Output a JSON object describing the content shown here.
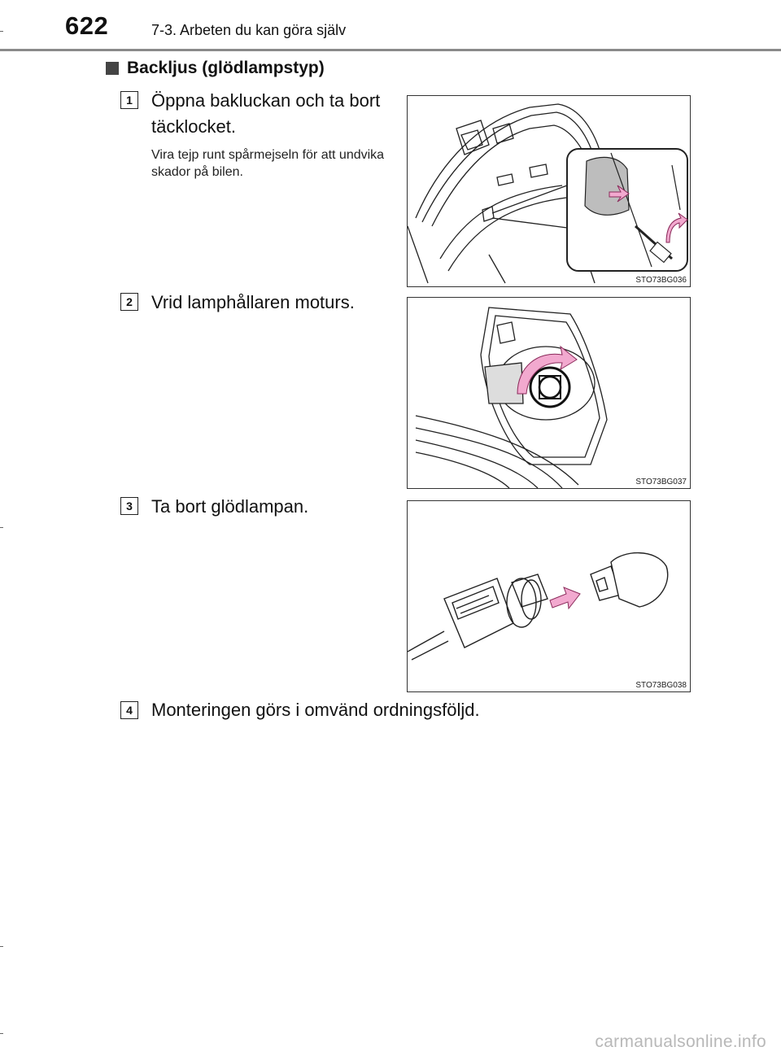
{
  "header": {
    "page_number": "622",
    "section_title": "7-3. Arbeten du kan göra själv"
  },
  "heading": {
    "title": "Backljus (glödlampstyp)",
    "bullet_icon": "square-bullet-icon"
  },
  "steps": [
    {
      "number": "1",
      "text": "Öppna bakluckan och ta bort täcklocket.",
      "note": "Vira tejp runt spårmejseln för att undvika skador på bilen.",
      "figure_code": "STO73BG036"
    },
    {
      "number": "2",
      "text": "Vrid lamphållaren moturs.",
      "figure_code": "STO73BG037"
    },
    {
      "number": "3",
      "text": "Ta bort glödlampan.",
      "figure_code": "STO73BG038"
    },
    {
      "number": "4",
      "text": "Monteringen görs i omvänd ordningsföljd."
    }
  ],
  "watermark": "carmanualsonline.info",
  "colors": {
    "arrow_pink": "#f2a9cf",
    "arrow_outline": "#8a2a5a",
    "rule_gray": "#8a8a8a"
  }
}
